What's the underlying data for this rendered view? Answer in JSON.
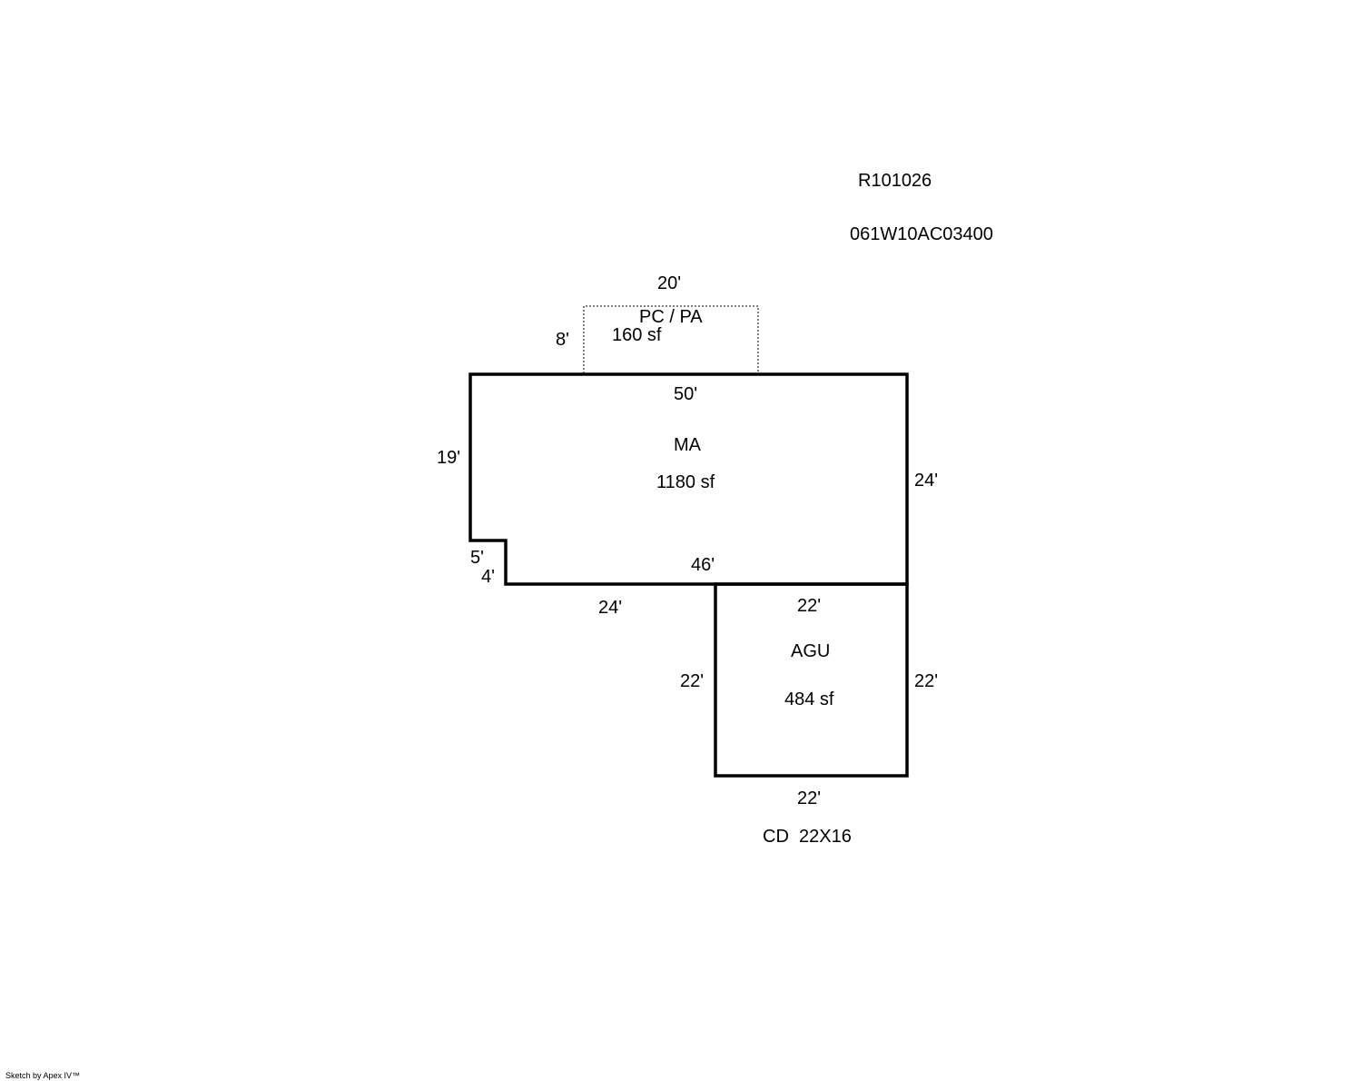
{
  "ids": {
    "account": "R101026",
    "map_tax_lot": "061W10AC03400"
  },
  "porch": {
    "code": "PC / PA",
    "area": "160 sf",
    "width": "20'",
    "depth": "8'"
  },
  "main_area": {
    "code": "MA",
    "area": "1180 sf",
    "top": "50'",
    "left": "19'",
    "right": "24'",
    "notch_top": "5'",
    "notch_side": "4'",
    "bottom": "46'",
    "bottom_left": "24'"
  },
  "garage": {
    "code": "AGU",
    "area": "484 sf",
    "top": "22'",
    "left": "22'",
    "right": "22'",
    "bottom": "22'"
  },
  "deck_note": "CD  22X16",
  "credit": "Sketch by Apex IV™",
  "colors": {
    "ink": "#000000",
    "background": "#ffffff"
  }
}
